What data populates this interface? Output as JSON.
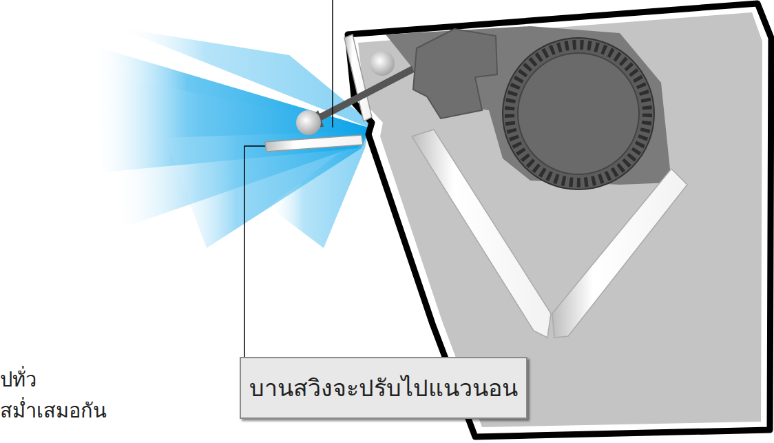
{
  "diagram": {
    "nodes": [
      {
        "text": [
          "บานสวิงจะปรับไปแนวนอน"
        ]
      }
    ],
    "labels": [
      "ปทั่ว",
      "สม่ำเสมอกัน"
    ]
  }
}
